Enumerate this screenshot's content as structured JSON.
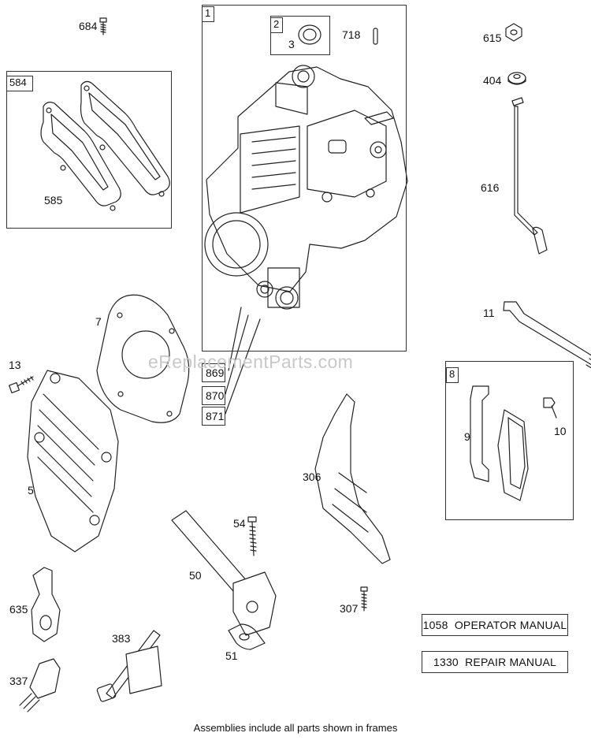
{
  "watermark": "eReplacementParts.com",
  "footer_note": "Assemblies include all parts shown in frames",
  "frames": {
    "cylinder_assembly": "1",
    "seal_assembly": "2",
    "gasket_set": "584",
    "exhaust_gasket_set": "8"
  },
  "parts": {
    "seal": "3",
    "cylinder_gasket": "7",
    "breather_cover": "9",
    "bolt_10": "10",
    "oil_fill_tube": "11",
    "screw_13": "13",
    "cylinder_head": "5",
    "intake_tube": "50",
    "intake_gasket": "51",
    "screw_54": "54",
    "air_guide": "306",
    "screw_307": "307",
    "spark_plug": "337",
    "tool_383": "383",
    "washer_404": "404",
    "gasket_585": "585",
    "nut_615": "615",
    "dipstick": "616",
    "spark_plug_boot": "635",
    "screw_684": "684",
    "pin_718": "718"
  },
  "stacked_items": [
    "869",
    "870",
    "871"
  ],
  "manuals": [
    {
      "number": "1058",
      "title": "OPERATOR MANUAL"
    },
    {
      "number": "1330",
      "title": "REPAIR MANUAL"
    }
  ]
}
